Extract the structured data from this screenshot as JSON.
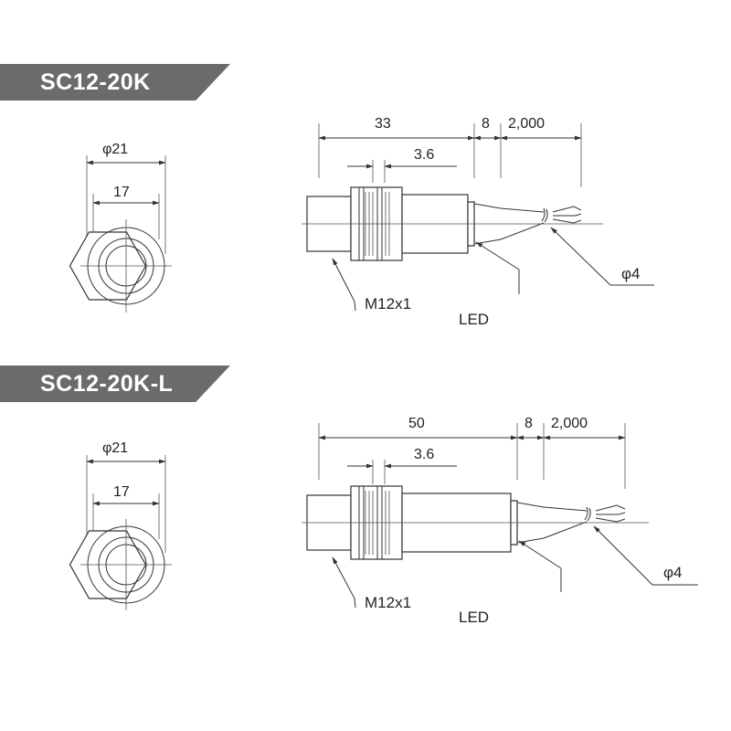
{
  "models": [
    {
      "name": "SC12-20K",
      "front_view": {
        "outer_dia": "φ21",
        "across_flats": "17"
      },
      "side_view": {
        "length": "33",
        "cable_gap": "8",
        "cable_len": "2,000",
        "nut_thk": "3.6",
        "cable_dia": "φ4",
        "thread": "M12x1",
        "led": "LED"
      }
    },
    {
      "name": "SC12-20K-L",
      "front_view": {
        "outer_dia": "φ21",
        "across_flats": "17"
      },
      "side_view": {
        "length": "50",
        "cable_gap": "8",
        "cable_len": "2,000",
        "nut_thk": "3.6",
        "cable_dia": "φ4",
        "thread": "M12x1",
        "led": "LED"
      }
    }
  ],
  "colors": {
    "banner": "#6b6b6b",
    "line": "#333333"
  }
}
